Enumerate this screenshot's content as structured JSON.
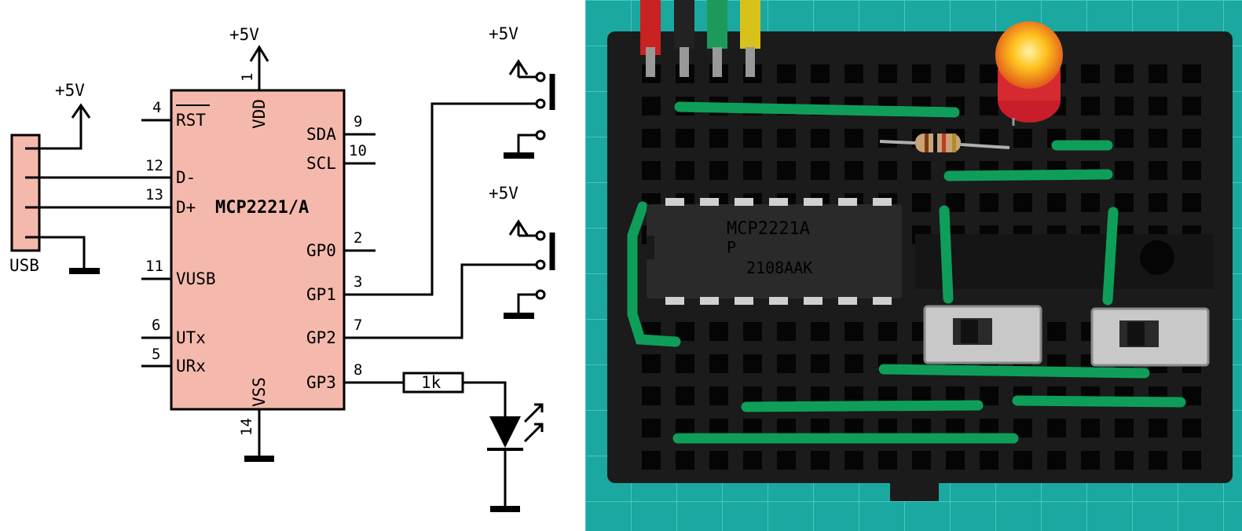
{
  "schematic": {
    "chip_name": "MCP2221/A",
    "usb_label": "USB",
    "resistor_label": "1k",
    "supply_labels": [
      "+5V",
      "+5V",
      "+5V",
      "+5V"
    ],
    "pins": {
      "vdd": {
        "name": "VDD",
        "num": "1"
      },
      "rst": {
        "name": "RST",
        "num": "4"
      },
      "dminus": {
        "name": "D-",
        "num": "12"
      },
      "dplus": {
        "name": "D+",
        "num": "13"
      },
      "vusb": {
        "name": "VUSB",
        "num": "11"
      },
      "utx": {
        "name": "UTx",
        "num": "6"
      },
      "urx": {
        "name": "URx",
        "num": "5"
      },
      "vss": {
        "name": "VSS",
        "num": "14"
      },
      "sda": {
        "name": "SDA",
        "num": "9"
      },
      "scl": {
        "name": "SCL",
        "num": "10"
      },
      "gp0": {
        "name": "GP0",
        "num": "2"
      },
      "gp1": {
        "name": "GP1",
        "num": "3"
      },
      "gp2": {
        "name": "GP2",
        "num": "7"
      },
      "gp3": {
        "name": "GP3",
        "num": "8"
      }
    }
  },
  "photo": {
    "chip_marking_line1": "MCP2221A",
    "chip_marking_line2": "P",
    "chip_marking_line3": "2108AAK"
  },
  "colors": {
    "chip_fill": "#f4b9ac",
    "breadboard_bg": "#1aa8a0",
    "breadboard_body": "#1b1b1b",
    "jumper": "#0f9e5a",
    "led": "#ff9a1f"
  }
}
